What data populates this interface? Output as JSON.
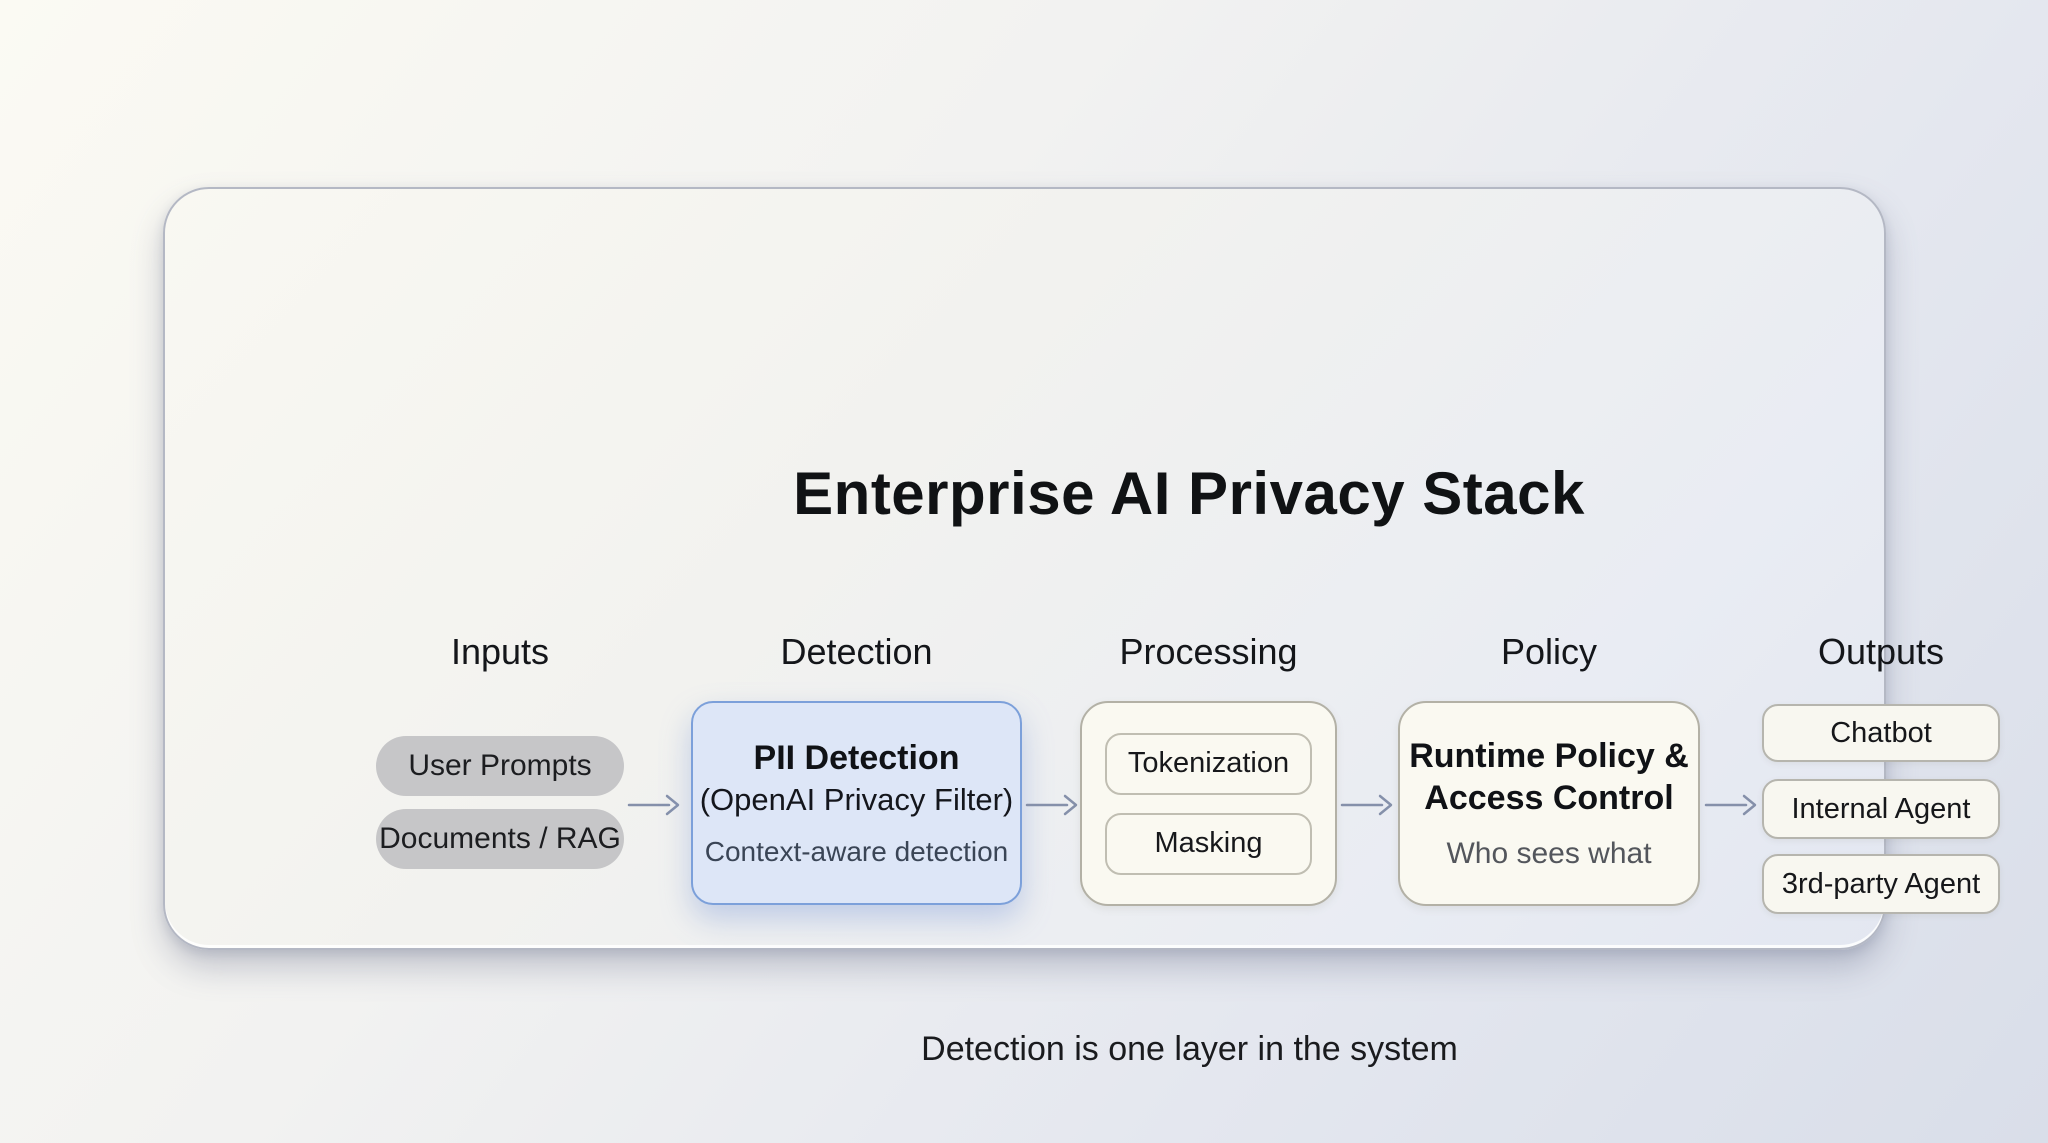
{
  "title": "Enterprise AI Privacy Stack",
  "footer_note": "Detection is one layer in the system",
  "colors": {
    "page_bg_start": "#fbfaf3",
    "page_bg_end": "#d9dee9",
    "card_border": "#b4b8c4",
    "detection_fill": "#dde6f7",
    "detection_border": "#7ca0da",
    "input_pill_fill": "#c6c6c8",
    "panel_fill": "#faf9f1",
    "panel_border": "#b3b1a6",
    "arrow": "#8590aa",
    "text_dark": "#101216",
    "text_muted": "#3a4556"
  },
  "icons": {
    "flow_arrow": "arrow-right"
  },
  "columns": [
    {
      "label": "Inputs",
      "items": [
        "User Prompts",
        "Documents / RAG"
      ]
    },
    {
      "label": "Detection",
      "box": {
        "title": "PII Detection",
        "subtitle": "(OpenAI Privacy Filter)",
        "description": "Context-aware detection"
      }
    },
    {
      "label": "Processing",
      "items": [
        "Tokenization",
        "Masking"
      ]
    },
    {
      "label": "Policy",
      "box": {
        "title": "Runtime Policy & Access Control",
        "description": "Who sees what"
      }
    },
    {
      "label": "Outputs",
      "items": [
        "Chatbot",
        "Internal Agent",
        "3rd-party Agent"
      ]
    }
  ]
}
